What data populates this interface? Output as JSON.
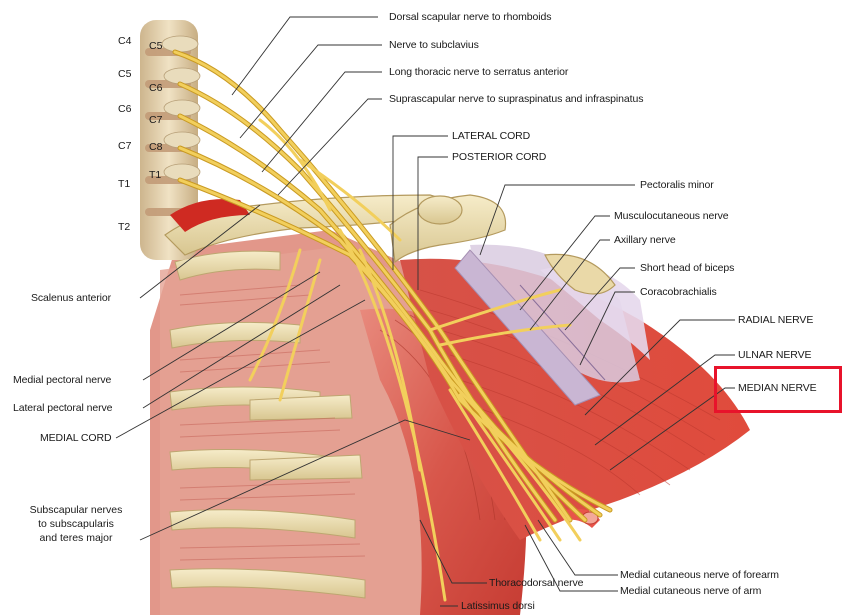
{
  "colors": {
    "highlight": "#e8132b",
    "nerve": "#f0c24a",
    "muscle": "#d9534a",
    "bone": "#efe3b8"
  },
  "vertebral_labels": {
    "cervical_left": [
      "C4",
      "C5",
      "C6",
      "C7"
    ],
    "thoracic_left": [
      "T1",
      "T2"
    ],
    "roots": [
      "C5",
      "C6",
      "C7",
      "C8",
      "T1"
    ]
  },
  "labels": {
    "dorsal_scapular": "Dorsal scapular nerve to rhomboids",
    "subclavius": "Nerve to subclavius",
    "long_thoracic": "Long thoracic nerve to serratus anterior",
    "suprascapular": "Suprascapular nerve to supraspinatus and infraspinatus",
    "lateral_cord": "LATERAL CORD",
    "posterior_cord": "POSTERIOR CORD",
    "pectoralis_minor": "Pectoralis minor",
    "musculocutaneous": "Musculocutaneous nerve",
    "axillary": "Axillary nerve",
    "short_head_biceps": "Short head of biceps",
    "coracobrachialis": "Coracobrachialis",
    "radial": "RADIAL NERVE",
    "ulnar": "ULNAR NERVE",
    "median": "MEDIAN NERVE",
    "scalenus_anterior": "Scalenus anterior",
    "medial_pectoral": "Medial pectoral nerve",
    "lateral_pectoral": "Lateral pectoral nerve",
    "medial_cord": "MEDIAL CORD",
    "subscapular_1": "Subscapular nerves",
    "subscapular_2": "to subscapularis",
    "subscapular_3": "and teres major",
    "thoracodorsal": "Thoracodorsal nerve",
    "medial_cut_forearm": "Medial cutaneous nerve of forearm",
    "medial_cut_arm": "Medial cutaneous nerve of arm",
    "latissimus": "Latissimus dorsi"
  }
}
